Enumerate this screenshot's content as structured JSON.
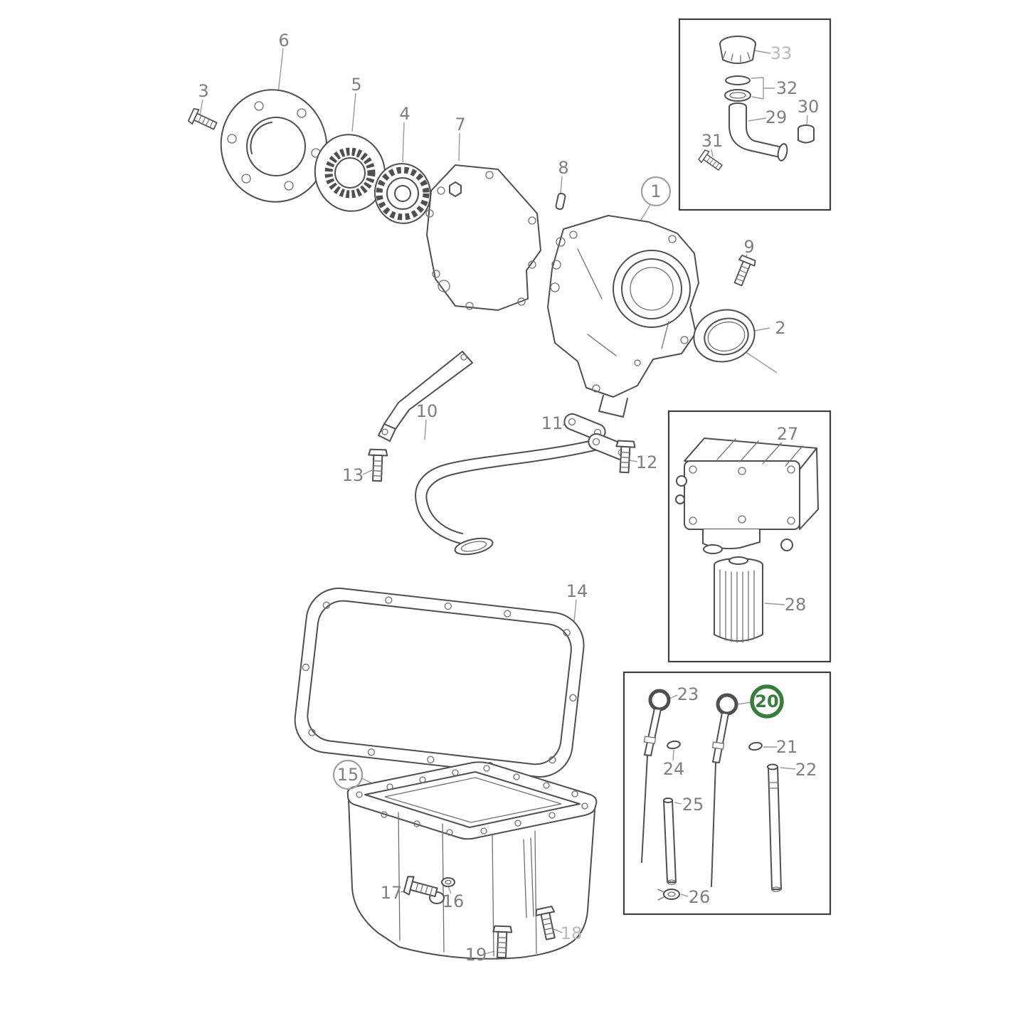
{
  "diagram": {
    "type": "exploded-parts-diagram",
    "highlighted_part": "20",
    "colors": {
      "highlight": "#377d3b",
      "line": "#4f4f4f",
      "label": "#7f7f7f",
      "background": "#ffffff"
    },
    "labels": {
      "n1": "1",
      "n2": "2",
      "n3": "3",
      "n4": "4",
      "n5": "5",
      "n6": "6",
      "n7": "7",
      "n8": "8",
      "n9": "9",
      "n10": "10",
      "n11": "11",
      "n12": "12",
      "n13": "13",
      "n14": "14",
      "n15": "15",
      "n16": "16",
      "n17": "17",
      "n18": "18",
      "n19": "19",
      "n20": "20",
      "n21": "21",
      "n22": "22",
      "n23": "23",
      "n24": "24",
      "n25": "25",
      "n26": "26",
      "n27": "27",
      "n28": "28",
      "n29": "29",
      "n30": "30",
      "n31": "31",
      "n32": "32",
      "n33": "33"
    }
  }
}
